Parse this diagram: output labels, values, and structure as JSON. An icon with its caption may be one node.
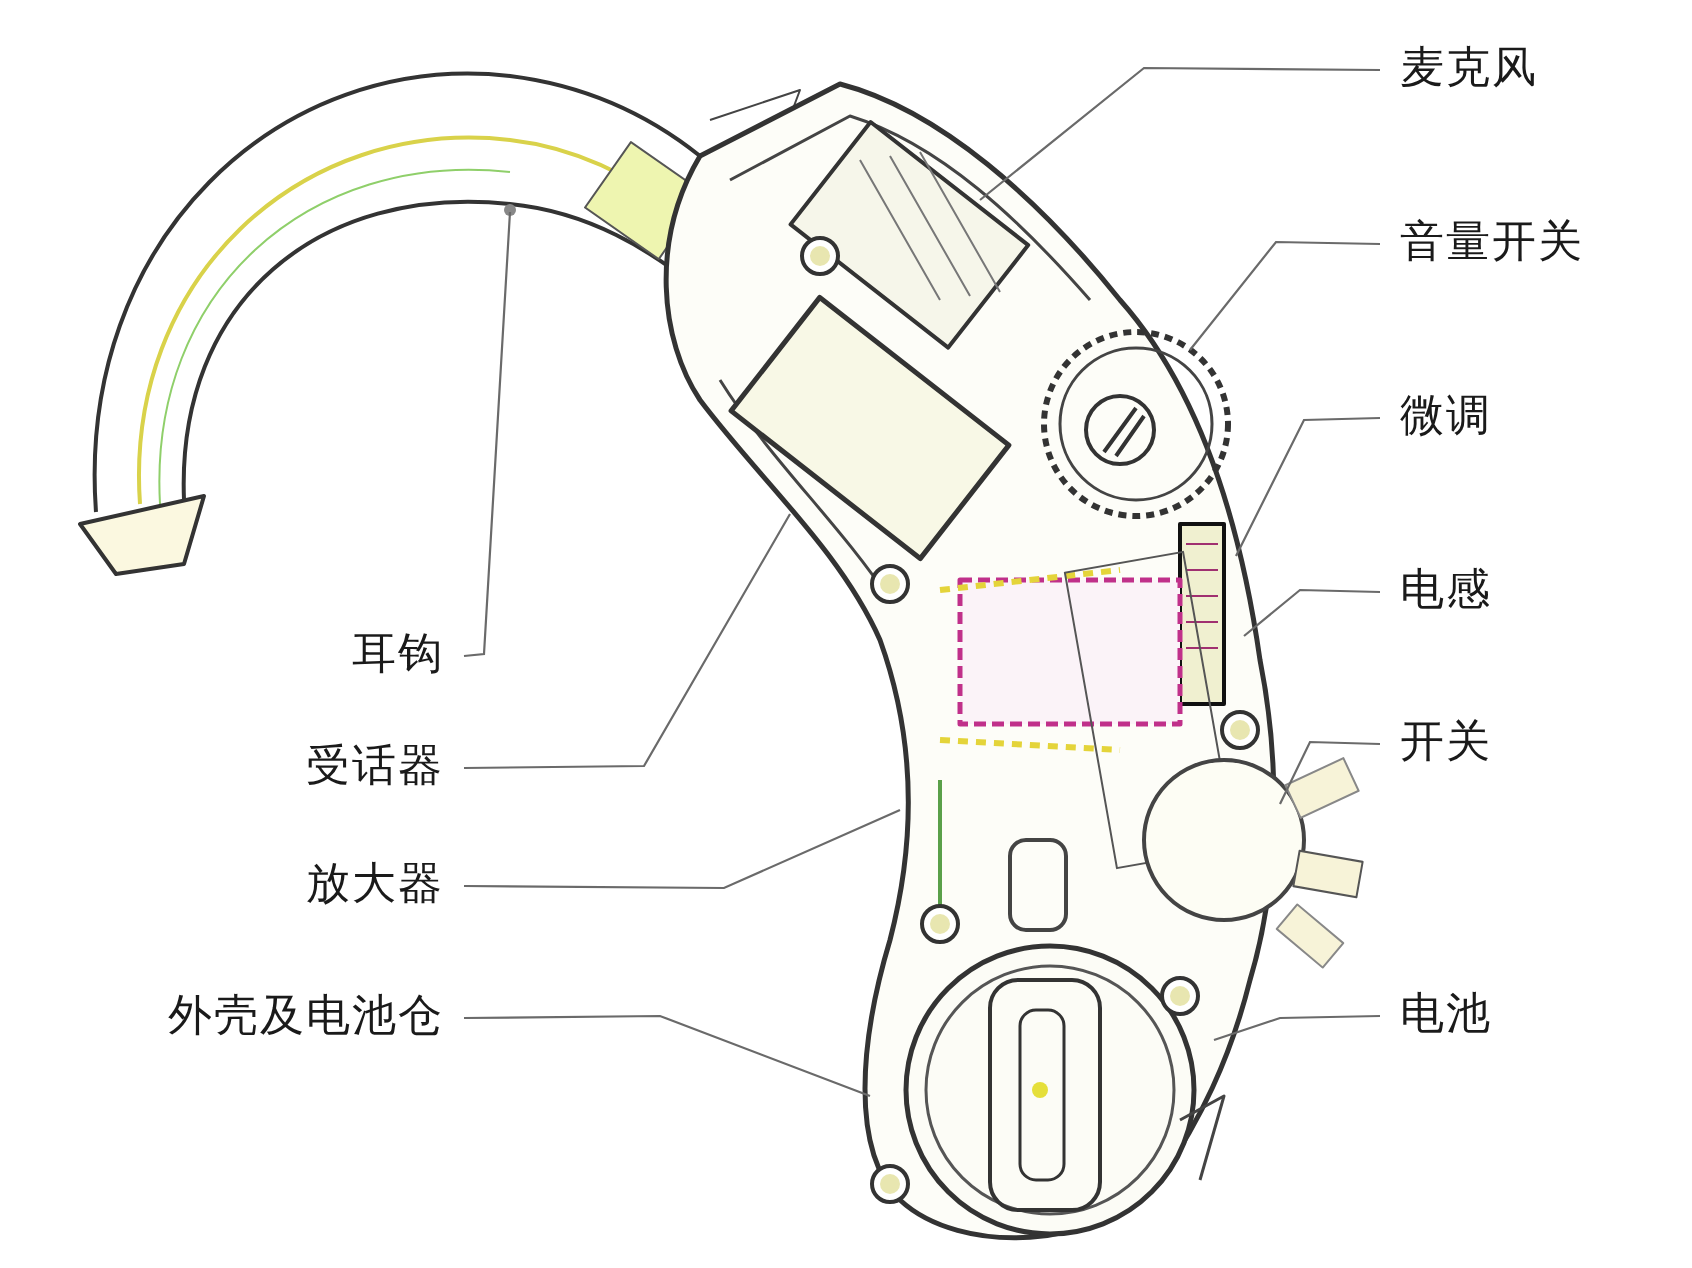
{
  "diagram": {
    "nodes": [
      {
        "text": [
          "麦克风"
        ]
      },
      {
        "text": [
          "音量开关"
        ]
      },
      {
        "text": [
          "微调"
        ]
      },
      {
        "text": [
          "电感"
        ]
      },
      {
        "text": [
          "开关"
        ]
      },
      {
        "text": [
          "电池"
        ]
      },
      {
        "text": [
          "耳钩"
        ]
      },
      {
        "text": [
          "受话器"
        ]
      },
      {
        "text": [
          "放大器"
        ]
      },
      {
        "text": [
          "外壳及电池仓"
        ]
      }
    ],
    "edges": [
      {
        "from": 0,
        "to": null,
        "arrow": "none"
      },
      {
        "from": 1,
        "to": null,
        "arrow": "none"
      },
      {
        "from": 2,
        "to": null,
        "arrow": "none"
      },
      {
        "from": 3,
        "to": null,
        "arrow": "none"
      },
      {
        "from": 4,
        "to": null,
        "arrow": "none"
      },
      {
        "from": 5,
        "to": null,
        "arrow": "none"
      },
      {
        "from": 6,
        "to": null,
        "arrow": "none"
      },
      {
        "from": 7,
        "to": null,
        "arrow": "none"
      },
      {
        "from": 8,
        "to": null,
        "arrow": "none"
      },
      {
        "from": 9,
        "to": null,
        "arrow": "none"
      }
    ]
  }
}
